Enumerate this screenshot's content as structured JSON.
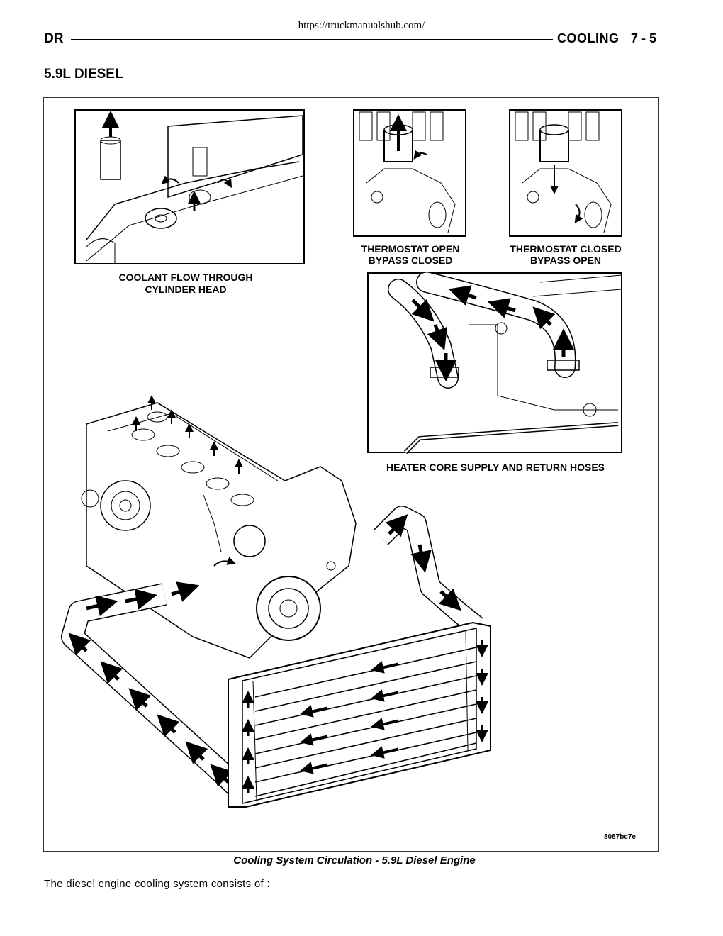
{
  "header": {
    "url": "https://truckmanualshub.com/",
    "left": "DR",
    "right": "COOLING",
    "page": "7 - 5"
  },
  "section_title": "5.9L DIESEL",
  "figure": {
    "labels": {
      "cylinder_head": [
        "COOLANT FLOW THROUGH",
        "CYLINDER HEAD"
      ],
      "thermostat_open": [
        "THERMOSTAT OPEN",
        "BYPASS CLOSED"
      ],
      "thermostat_closed": [
        "THERMOSTAT CLOSED",
        "BYPASS OPEN"
      ],
      "heater_hoses": "HEATER CORE SUPPLY AND RETURN HOSES"
    },
    "figure_id": "8087bc7e",
    "caption": "Cooling System Circulation - 5.9L Diesel Engine"
  },
  "body": {
    "intro": "The diesel engine cooling system consists of :"
  }
}
